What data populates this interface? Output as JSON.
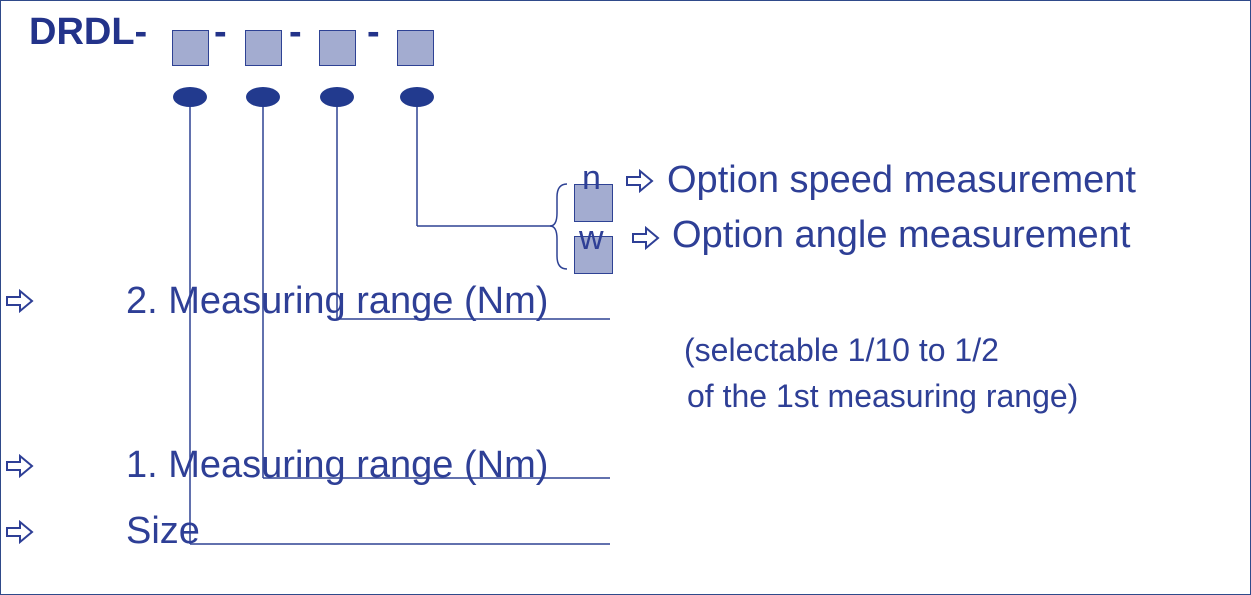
{
  "title": "DRDL-",
  "separators": [
    "-",
    "-",
    "-"
  ],
  "options": [
    {
      "code": "n",
      "label": "Option speed measurement"
    },
    {
      "code": "w",
      "label": "Option angle measurement"
    }
  ],
  "ranges": {
    "second": "2. Measuring range (Nm)",
    "second_note_1": "(selectable 1/10 to 1/2",
    "second_note_2": "of the 1st measuring range)",
    "first": "1. Measuring range (Nm)",
    "size": "Size"
  },
  "colors": {
    "primary": "#2e3f96",
    "box_fill": "#a3acd0",
    "dot": "#223a8e"
  },
  "icon": "right-arrow-outline-icon"
}
